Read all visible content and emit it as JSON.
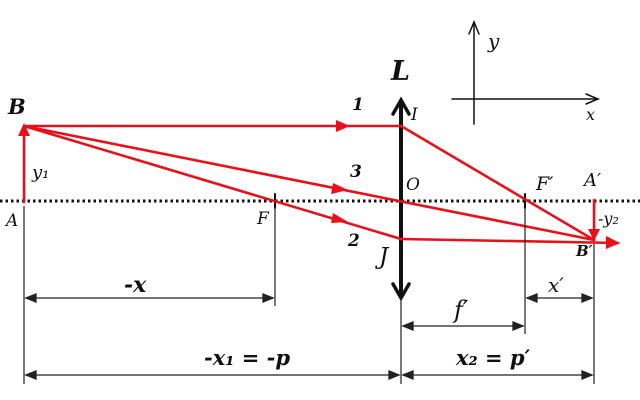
{
  "colors": {
    "ray": "#e8101a",
    "ink": "#111111",
    "background": "#ffffff"
  },
  "labels": {
    "lens": "L",
    "object_top": "B",
    "object_base": "A",
    "object_height": "y₁",
    "front_focus": "F",
    "back_focus": "F′",
    "image_base": "A′",
    "image_top": "B′",
    "image_height": "-y₂",
    "lens_center": "O",
    "lens_top_point": "I",
    "lens_bottom_point": "J",
    "ray_1": "1",
    "ray_2": "2",
    "ray_3": "3",
    "focus_distance_x": "-x",
    "focal_length": "f′",
    "image_focus_distance": "x′",
    "object_distance": "-x₁ = -p",
    "image_distance": "x₂ = p′",
    "axis_x": "x",
    "axis_y": "y"
  }
}
